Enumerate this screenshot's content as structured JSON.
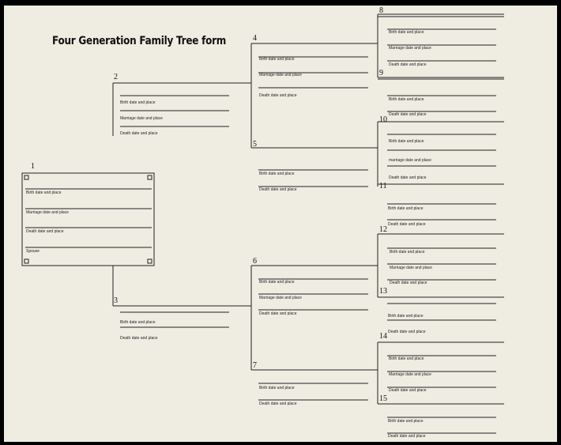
{
  "title": "Four Generation Family Tree form",
  "boxes": {
    "b1": {
      "num": "1",
      "birth": "Birth date and place",
      "marriage": "Marriage date and place",
      "death": "Death date and place",
      "spouse": "Spouse"
    },
    "b2": {
      "num": "2",
      "birth": "Birth date and place",
      "marriage": "Marriage date and place",
      "death": "Death date and place"
    },
    "b3": {
      "num": "3",
      "birth": "Birth date and place",
      "death": "Death date and place"
    },
    "b4": {
      "num": "4",
      "birth": "Birth date and place",
      "marriage": "Marriage date and place",
      "death": "Death date and place"
    },
    "b5": {
      "num": "5",
      "birth": "Birth date and place",
      "death": "Death date and place"
    },
    "b6": {
      "num": "6",
      "birth": "Birth date and place",
      "marriage": "Marriage date and place",
      "death": "Death date and place"
    },
    "b7": {
      "num": "7",
      "birth": "Birth date and place",
      "death": "Death date and place"
    },
    "b8": {
      "num": "8",
      "birth": "Birth date and place",
      "marriage": "Marriage date and place",
      "death": "Death date and place"
    },
    "b9": {
      "num": "9",
      "birth": "Birth date and place",
      "death": "Death date and place"
    },
    "b10": {
      "num": "10",
      "birth": "Birth date and place",
      "marriage": "marriage date and place",
      "death": "Death date and place"
    },
    "b11": {
      "num": "11",
      "birth": "Birth date and place",
      "death": "Death date and place"
    },
    "b12": {
      "num": "12",
      "birth": "Birth date and place",
      "marriage": "Marriage date and place",
      "death": "Death date and place"
    },
    "b13": {
      "num": "13",
      "birth": "Birth date and place",
      "death": "Death date and place"
    },
    "b14": {
      "num": "14",
      "birth": "Birth date and place",
      "marriage": "Marriage date and place",
      "death": "Death date and place"
    },
    "b15": {
      "num": "15",
      "birth": "Birth date and place",
      "death": "Death date and place"
    }
  }
}
